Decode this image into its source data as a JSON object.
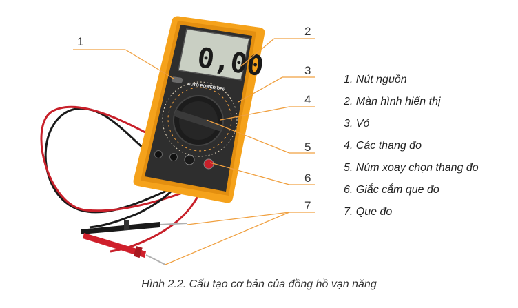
{
  "display_reading": "0,00",
  "brand_text": "AUTO POWER OFF",
  "callouts": [
    {
      "num": "1",
      "label": "Nút nguồn"
    },
    {
      "num": "2",
      "label": "Màn hình hiển thị"
    },
    {
      "num": "3",
      "label": "Vỏ"
    },
    {
      "num": "4",
      "label": "Các thang đo"
    },
    {
      "num": "5",
      "label": "Núm xoay chọn thang đo"
    },
    {
      "num": "6",
      "label": "Giắc cắm que đo"
    },
    {
      "num": "7",
      "label": "Que đo"
    }
  ],
  "caption": "Hình 2.2. Cấu tạo cơ bản của đồng hồ vạn năng",
  "colors": {
    "case": "#f5a21b",
    "face": "#2e2e2e",
    "lcd": "#c9cfc3",
    "leader": "#f0a040",
    "probe_red": "#d0202a",
    "probe_black": "#1a1a1a"
  }
}
